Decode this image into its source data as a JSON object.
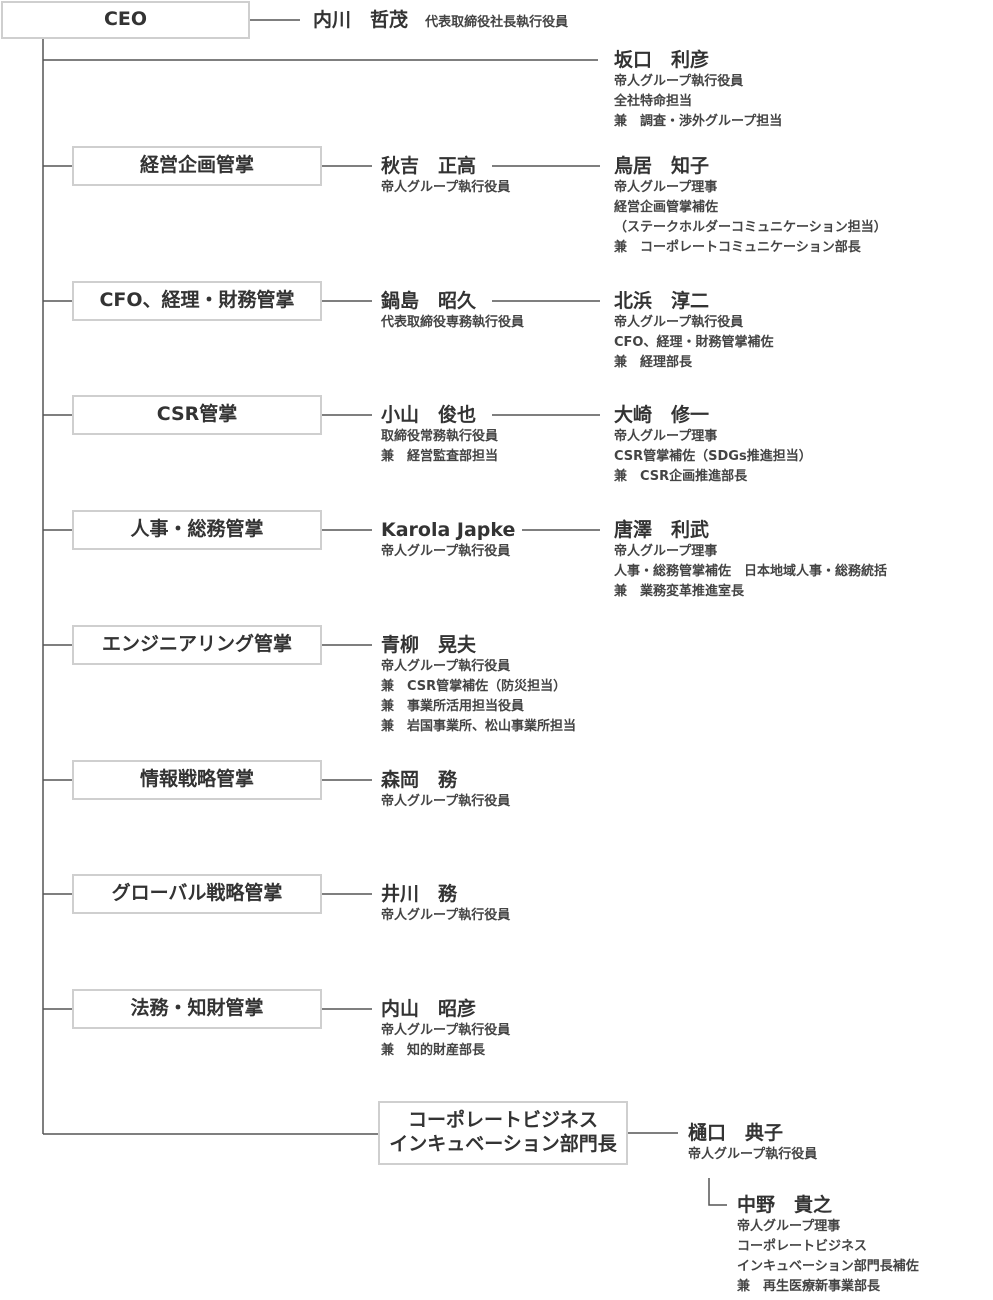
{
  "ceo": {
    "label": "CEO",
    "name": "内川　哲茂",
    "title": "代表取締役社長執行役員"
  },
  "direct_reports": [
    {
      "name": "坂口　利彦",
      "roles": [
        "帝人グループ執行役員",
        "全社特命担当",
        "兼　調査・渉外グループ担当"
      ]
    }
  ],
  "divisions": [
    {
      "label": "経営企画管掌",
      "head": {
        "name": "秋吉　正高",
        "roles": [
          "帝人グループ執行役員"
        ]
      },
      "sub": {
        "name": "鳥居　知子",
        "roles": [
          "帝人グループ理事",
          "経営企画管掌補佐",
          "（ステークホルダーコミュニケーション担当）",
          "兼　コーポレートコミュニケーション部長"
        ]
      }
    },
    {
      "label": "CFO、経理・財務管掌",
      "head": {
        "name": "鍋島　昭久",
        "roles": [
          "代表取締役専務執行役員"
        ]
      },
      "sub": {
        "name": "北浜　淳二",
        "roles": [
          "帝人グループ執行役員",
          "CFO、経理・財務管掌補佐",
          "兼　経理部長"
        ]
      }
    },
    {
      "label": "CSR管掌",
      "head": {
        "name": "小山　俊也",
        "roles": [
          "取締役常務執行役員",
          "兼　経営監査部担当"
        ]
      },
      "sub": {
        "name": "大崎　修一",
        "roles": [
          "帝人グループ理事",
          "CSR管掌補佐（SDGs推進担当）",
          "兼　CSR企画推進部長"
        ]
      }
    },
    {
      "label": "人事・総務管掌",
      "head": {
        "name": "Karola Japke",
        "roles": [
          "帝人グループ執行役員"
        ]
      },
      "sub": {
        "name": "唐澤　利武",
        "roles": [
          "帝人グループ理事",
          "人事・総務管掌補佐　日本地域人事・総務統括",
          "兼　業務変革推進室長"
        ]
      }
    },
    {
      "label": "エンジニアリング管掌",
      "head": {
        "name": "青柳　晃夫",
        "roles": [
          "帝人グループ執行役員",
          "兼　CSR管掌補佐（防災担当）",
          "兼　事業所活用担当役員",
          "兼　岩国事業所、松山事業所担当"
        ]
      }
    },
    {
      "label": "情報戦略管掌",
      "head": {
        "name": "森岡　務",
        "roles": [
          "帝人グループ執行役員"
        ]
      }
    },
    {
      "label": "グローバル戦略管掌",
      "head": {
        "name": "井川　務",
        "roles": [
          "帝人グループ執行役員"
        ]
      }
    },
    {
      "label": "法務・知財管掌",
      "head": {
        "name": "内山　昭彦",
        "roles": [
          "帝人グループ執行役員",
          "兼　知的財産部長"
        ]
      }
    }
  ],
  "incubation": {
    "label_line1": "コーポレートビジネス",
    "label_line2": "インキュベーション部門長",
    "head": {
      "name": "樋口　典子",
      "roles": [
        "帝人グループ執行役員"
      ]
    },
    "sub": {
      "name": "中野　貴之",
      "roles": [
        "帝人グループ理事",
        "コーポレートビジネス",
        "インキュベーション部門長補佐",
        "兼　再生医療新事業部長"
      ]
    }
  },
  "colors": {
    "line": "#555555",
    "box_border": "#cfcfcf",
    "text": "#333333"
  }
}
